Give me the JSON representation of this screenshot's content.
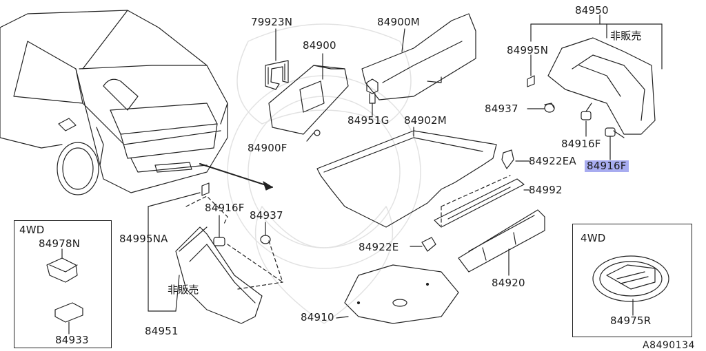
{
  "highlight_color": "#a8acf0",
  "labels": {
    "p79923N": "79923N",
    "p84900": "84900",
    "p84900M": "84900M",
    "p84950": "84950",
    "p84995N": "84995N",
    "hanbai_top": "非販売",
    "p84951G": "84951G",
    "p84937_right": "84937",
    "p84902M": "84902M",
    "p84900F": "84900F",
    "p84916F_right": "84916F",
    "p84916F_highlight": "84916F",
    "p84922EA": "84922EA",
    "p84992": "84992",
    "p84916F_left": "84916F",
    "p84937_left": "84937",
    "p84995NA": "84995NA",
    "hanbai_left": "非販売",
    "p84951": "84951",
    "p84922E": "84922E",
    "p84920": "84920",
    "p84910": "84910",
    "box1_title": "4WD",
    "p84978N": "84978N",
    "p84933": "84933",
    "box2_title": "4WD",
    "p84975R": "84975R",
    "diagram_ref": "A8490134"
  }
}
